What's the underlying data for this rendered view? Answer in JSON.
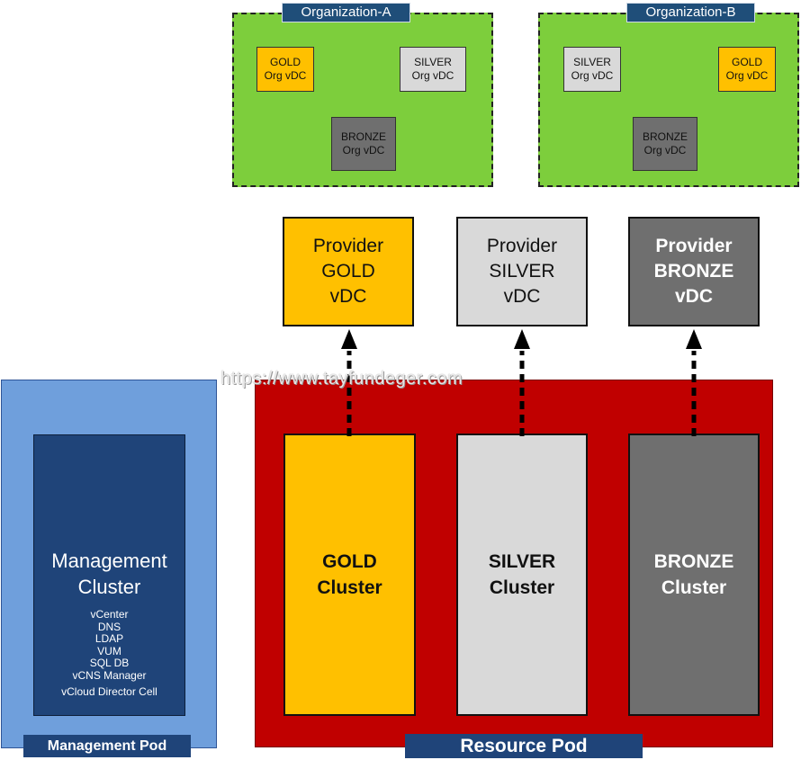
{
  "organizations": [
    {
      "title": "Organization-A",
      "vdcs": [
        {
          "line1": "GOLD",
          "line2": "Org vDC"
        },
        {
          "line1": "SILVER",
          "line2": "Org vDC"
        },
        {
          "line1": "BRONZE",
          "line2": "Org vDC"
        }
      ]
    },
    {
      "title": "Organization-B",
      "vdcs": [
        {
          "line1": "SILVER",
          "line2": "Org vDC"
        },
        {
          "line1": "GOLD",
          "line2": "Org vDC"
        },
        {
          "line1": "BRONZE",
          "line2": "Org vDC"
        }
      ]
    }
  ],
  "providers": [
    {
      "line1": "Provider",
      "line2": "GOLD",
      "line3": "vDC"
    },
    {
      "line1": "Provider",
      "line2": "SILVER",
      "line3": "vDC"
    },
    {
      "line1": "Provider",
      "line2": "BRONZE",
      "line3": "vDC"
    }
  ],
  "watermark": "https://www.tayfundeger.com",
  "management_pod": {
    "label": "Management Pod",
    "cluster_title_line1": "Management",
    "cluster_title_line2": "Cluster",
    "components": [
      "vCenter",
      "DNS",
      "LDAP",
      "VUM",
      "SQL DB",
      "vCNS Manager",
      "vCloud Director Cell"
    ]
  },
  "resource_pod": {
    "label": "Resource Pod",
    "clusters": [
      {
        "line1": "GOLD",
        "line2": "Cluster"
      },
      {
        "line1": "SILVER",
        "line2": "Cluster"
      },
      {
        "line1": "BRONZE",
        "line2": "Cluster"
      }
    ]
  },
  "colors": {
    "gold": "#ffc000",
    "silver": "#d9d9d9",
    "bronze": "#6f6f6f",
    "org_green": "#7dce3c",
    "resource_red": "#c00000",
    "management_blue": "#6f9fdc",
    "navy": "#1f4479"
  }
}
